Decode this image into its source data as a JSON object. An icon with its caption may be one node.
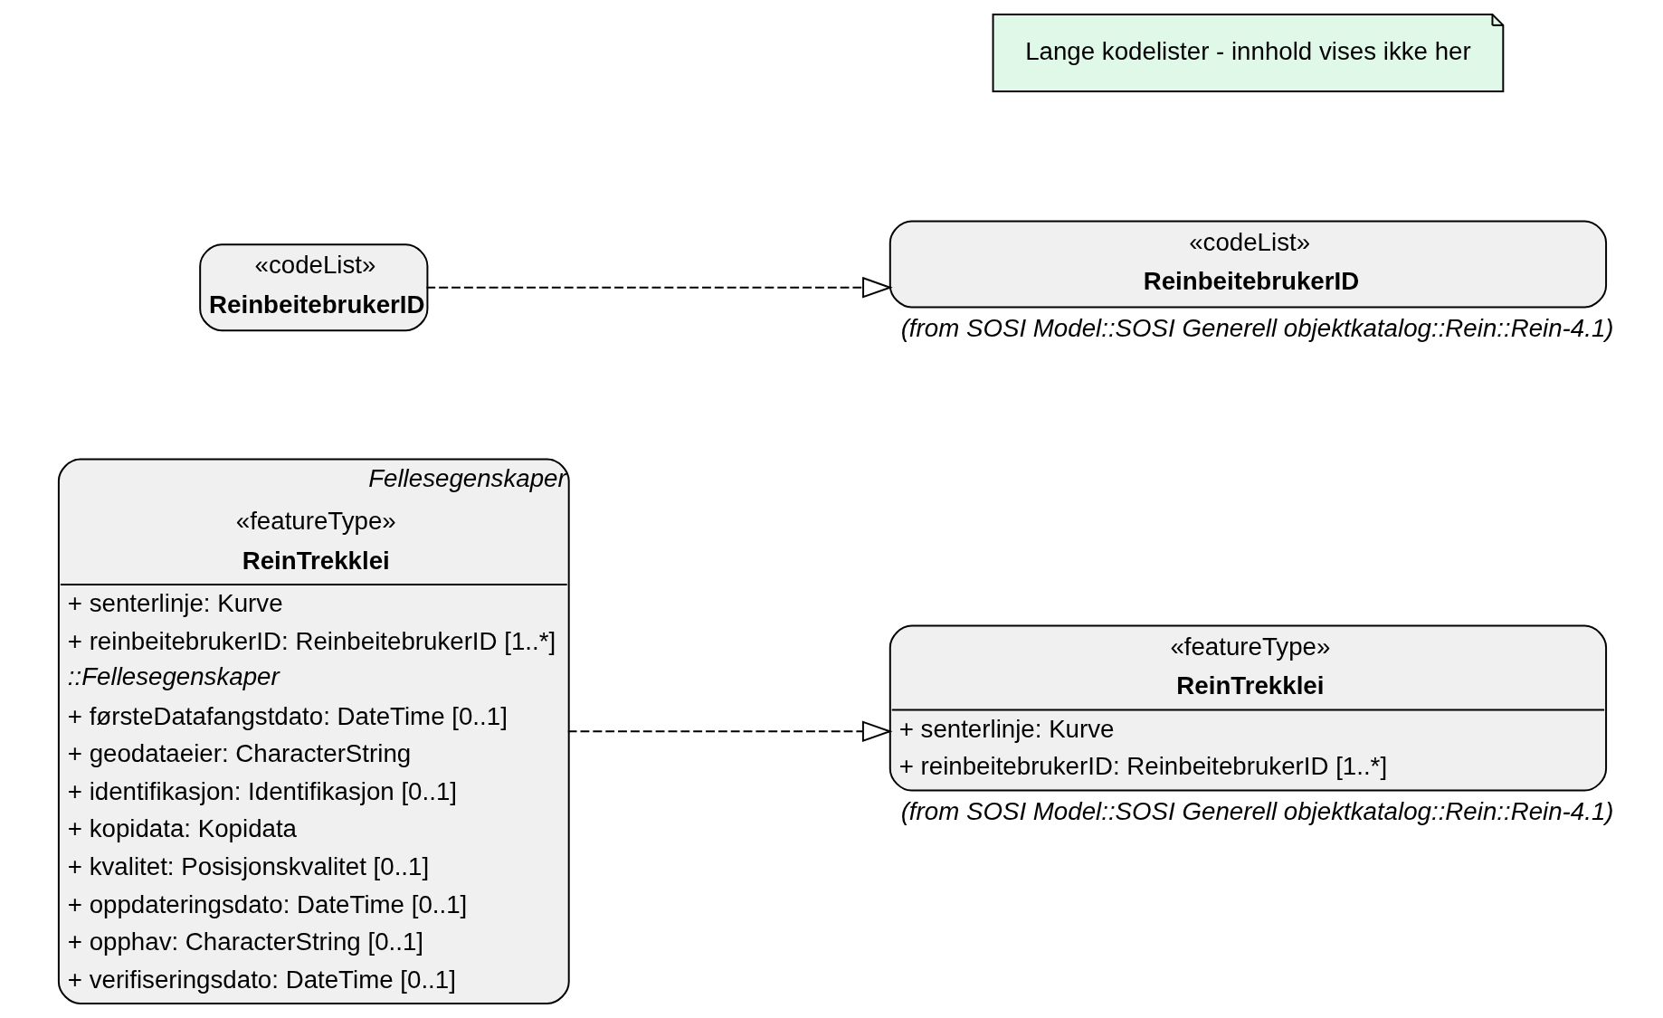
{
  "diagram": {
    "nodes": [
      {
        "text": [
          "Fellesegenskaper",
          "«featureType»",
          "ReinTrekklei",
          "+ senterlinje: Kurve",
          "+ reinbeitebrukerID: ReinbeitebrukerID [1..*]",
          "::Fellesegenskaper",
          "+ førsteDatafangstdato: DateTime [0..1]",
          "+ geodataeier: CharacterString",
          "+ identifikasjon: Identifikasjon [0..1]",
          "+ kopidata: Kopidata",
          "+ kvalitet: Posisjonskvalitet [0..1]",
          "+ oppdateringsdato: DateTime [0..1]",
          "+ opphav: CharacterString [0..1]",
          "+ verifiseringsdato: DateTime [0..1]"
        ]
      },
      {
        "text": [
          "«featureType»",
          "ReinTrekklei",
          "+ senterlinje: Kurve",
          "+ reinbeitebrukerID: ReinbeitebrukerID [1..*]"
        ],
        "beside": [
          "(from SOSI Model::SOSI Generell objektkatalog::Rein::Rein-4.1)"
        ]
      },
      {
        "text": [
          "«codeList»",
          "ReinbeitebrukerID"
        ]
      },
      {
        "text": [
          "«codeList»",
          "ReinbeitebrukerID"
        ],
        "beside": [
          "(from SOSI Model::SOSI Generell objektkatalog::Rein::Rein-4.1)"
        ]
      },
      {
        "text": [
          "Lange kodelister - innhold vises ikke her"
        ]
      }
    ],
    "edges": [
      {
        "from": 0,
        "to": 1,
        "arrow": "to",
        "style": "dashed"
      },
      {
        "from": 2,
        "to": 3,
        "arrow": "to",
        "style": "dashed"
      }
    ]
  }
}
